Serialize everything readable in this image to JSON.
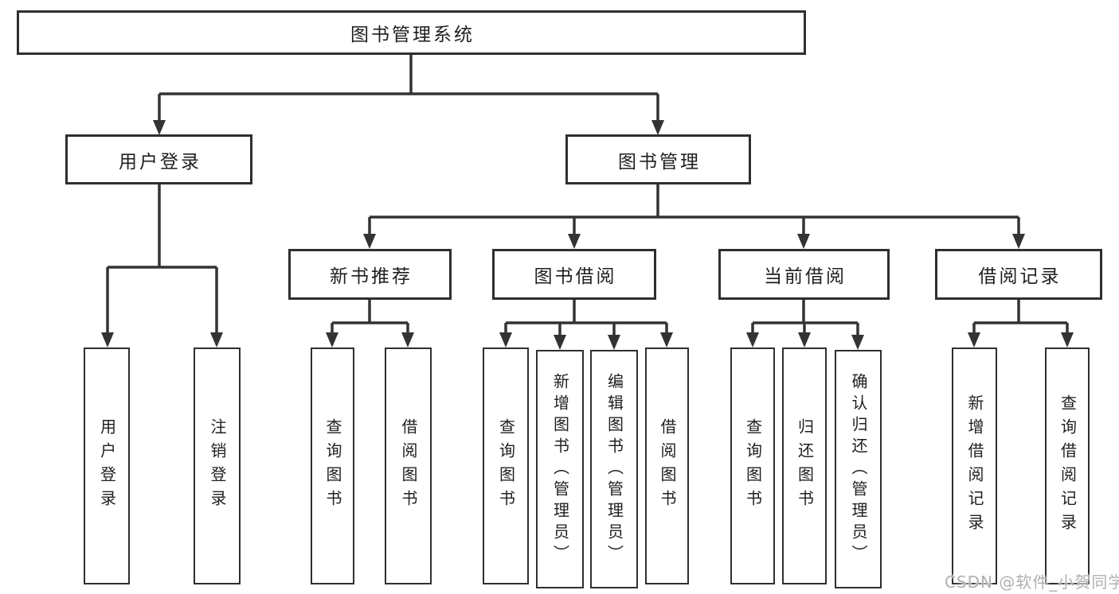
{
  "tree": {
    "root": {
      "label": "图书管理系统"
    },
    "branches": [
      {
        "label": "用户登录",
        "children": [
          {
            "label": "用户登录"
          },
          {
            "label": "注销登录"
          }
        ]
      },
      {
        "label": "图书管理",
        "children": [
          {
            "label": "新书推荐",
            "children": [
              {
                "label": "查询图书"
              },
              {
                "label": "借阅图书"
              }
            ]
          },
          {
            "label": "图书借阅",
            "children": [
              {
                "label": "查询图书"
              },
              {
                "label": "新增图书（管理员）"
              },
              {
                "label": "编辑图书（管理员）"
              },
              {
                "label": "借阅图书"
              }
            ]
          },
          {
            "label": "当前借阅",
            "children": [
              {
                "label": "查询图书"
              },
              {
                "label": "归还图书"
              },
              {
                "label": "确认归还（管理员）"
              }
            ]
          },
          {
            "label": "借阅记录",
            "children": [
              {
                "label": "新增借阅记录"
              },
              {
                "label": "查询借阅记录"
              }
            ]
          }
        ]
      }
    ]
  },
  "watermark": "CSDN @软件_小贺同学",
  "colors": {
    "background": "#ffffff",
    "line": "#333333",
    "box_border": "#2f2f2f",
    "text": "#1f1f1f",
    "watermark": "#b0b0b0"
  }
}
